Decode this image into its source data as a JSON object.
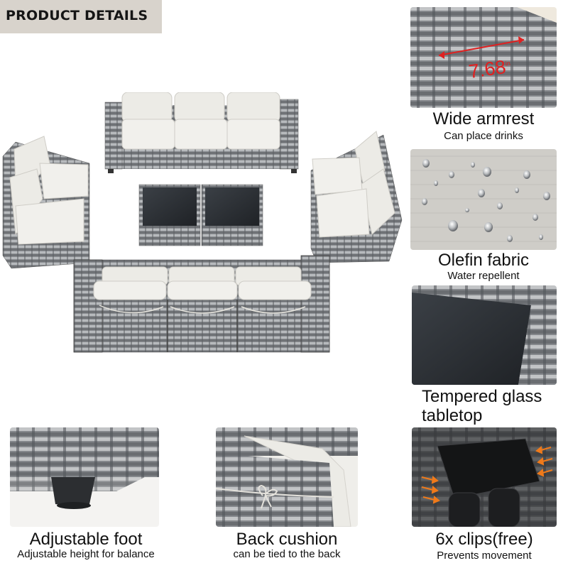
{
  "banner": {
    "title": "PRODUCT DETAILS"
  },
  "measure": {
    "value": "7.68",
    "unit": "in"
  },
  "features": {
    "armrest": {
      "title": "Wide armrest",
      "subtitle": "Can place drinks"
    },
    "fabric": {
      "title": "Olefin fabric",
      "subtitle": "Water repellent"
    },
    "glass": {
      "title_line1": "Tempered glass",
      "title_line2": "tabletop"
    },
    "foot": {
      "title": "Adjustable foot",
      "subtitle": "Adjustable height for balance"
    },
    "cushion": {
      "title": "Back cushion",
      "subtitle": "can be tied to the back"
    },
    "clips": {
      "title": "6x clips(free)",
      "subtitle": "Prevents movement"
    }
  },
  "colors": {
    "banner_bg": "#d8d3cc",
    "wicker": "#8f9296",
    "cushion": "#ecebe6",
    "glass": "#2f3338",
    "measure_red": "#e02020",
    "arrow_orange": "#f07a1a"
  }
}
